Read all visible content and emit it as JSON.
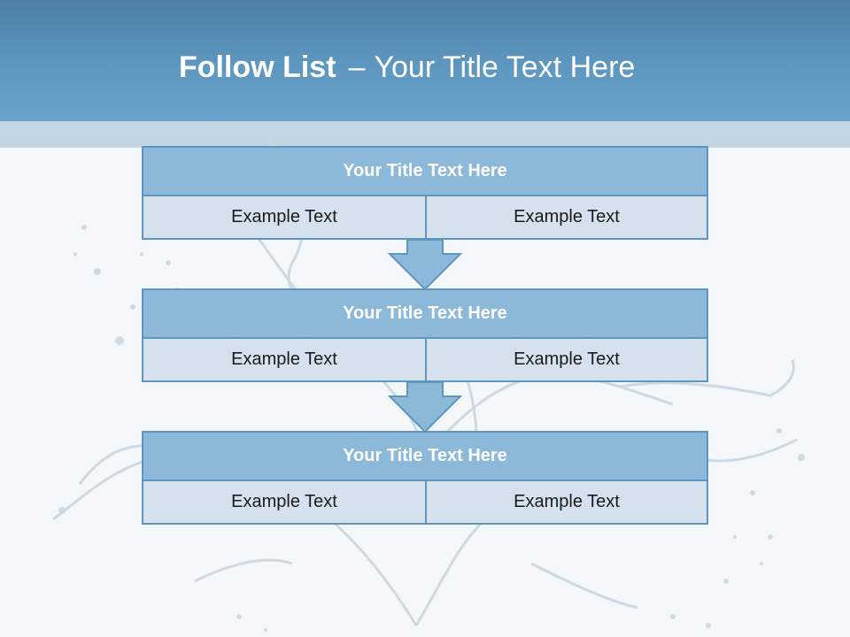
{
  "slide": {
    "title_bold": "Follow List",
    "title_separator": "–",
    "title_rest": "Your Title Text Here"
  },
  "blocks": [
    {
      "title": "Your Title Text Here",
      "left": "Example Text",
      "right": "Example Text"
    },
    {
      "title": "Your Title Text Here",
      "left": "Example Text",
      "right": "Example Text"
    },
    {
      "title": "Your Title Text Here",
      "left": "Example Text",
      "right": "Example Text"
    }
  ],
  "colors": {
    "header": "#5e97c0",
    "block_title_fill": "#8cb9da",
    "cell_fill": "#d5e2ee",
    "border": "#5f96c0",
    "arrow_fill": "#8cb9da"
  }
}
